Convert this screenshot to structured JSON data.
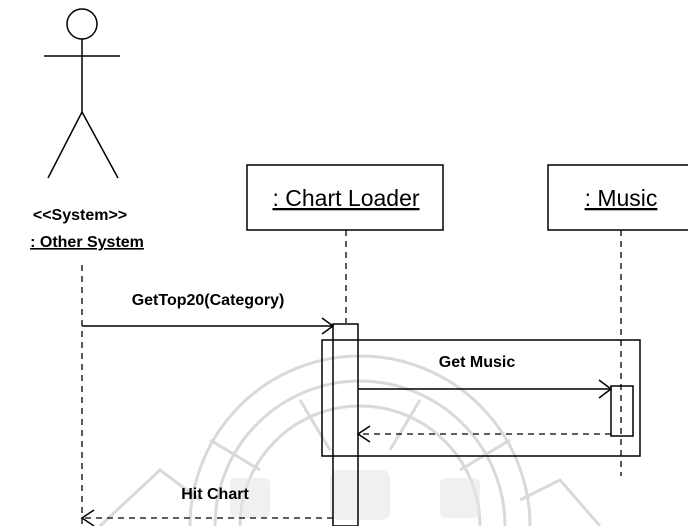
{
  "actor": {
    "stereotype": "<<System>>",
    "name": ": Other System"
  },
  "lifelines": [
    {
      "name": ": Chart Loader"
    },
    {
      "name": ": Music"
    }
  ],
  "messages": [
    {
      "label": "GetTop20(Category)"
    },
    {
      "label": "Get Music"
    },
    {
      "label": "Hit Chart"
    }
  ]
}
